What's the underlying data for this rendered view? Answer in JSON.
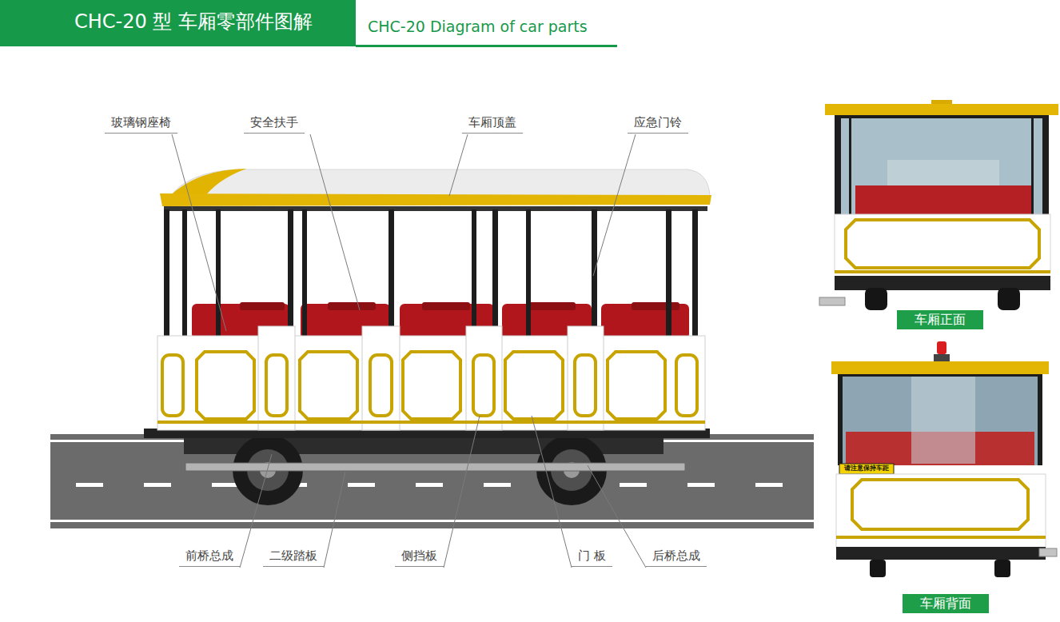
{
  "diagram": {
    "title": "CHC-20 型 车厢零部件图解",
    "nodes": [
      {
        "text": [
          "车厢正面"
        ]
      },
      {
        "text": [
          "车厢背面"
        ]
      }
    ],
    "labels": [
      "CHC-20 Diagram of car parts",
      "玻璃钢座椅",
      "安全扶手",
      "车厢顶盖",
      "应急门铃",
      "前桥总成",
      "二级踏板",
      "侧挡板",
      "门 板",
      "后桥总成",
      "请注意保持车距"
    ]
  }
}
